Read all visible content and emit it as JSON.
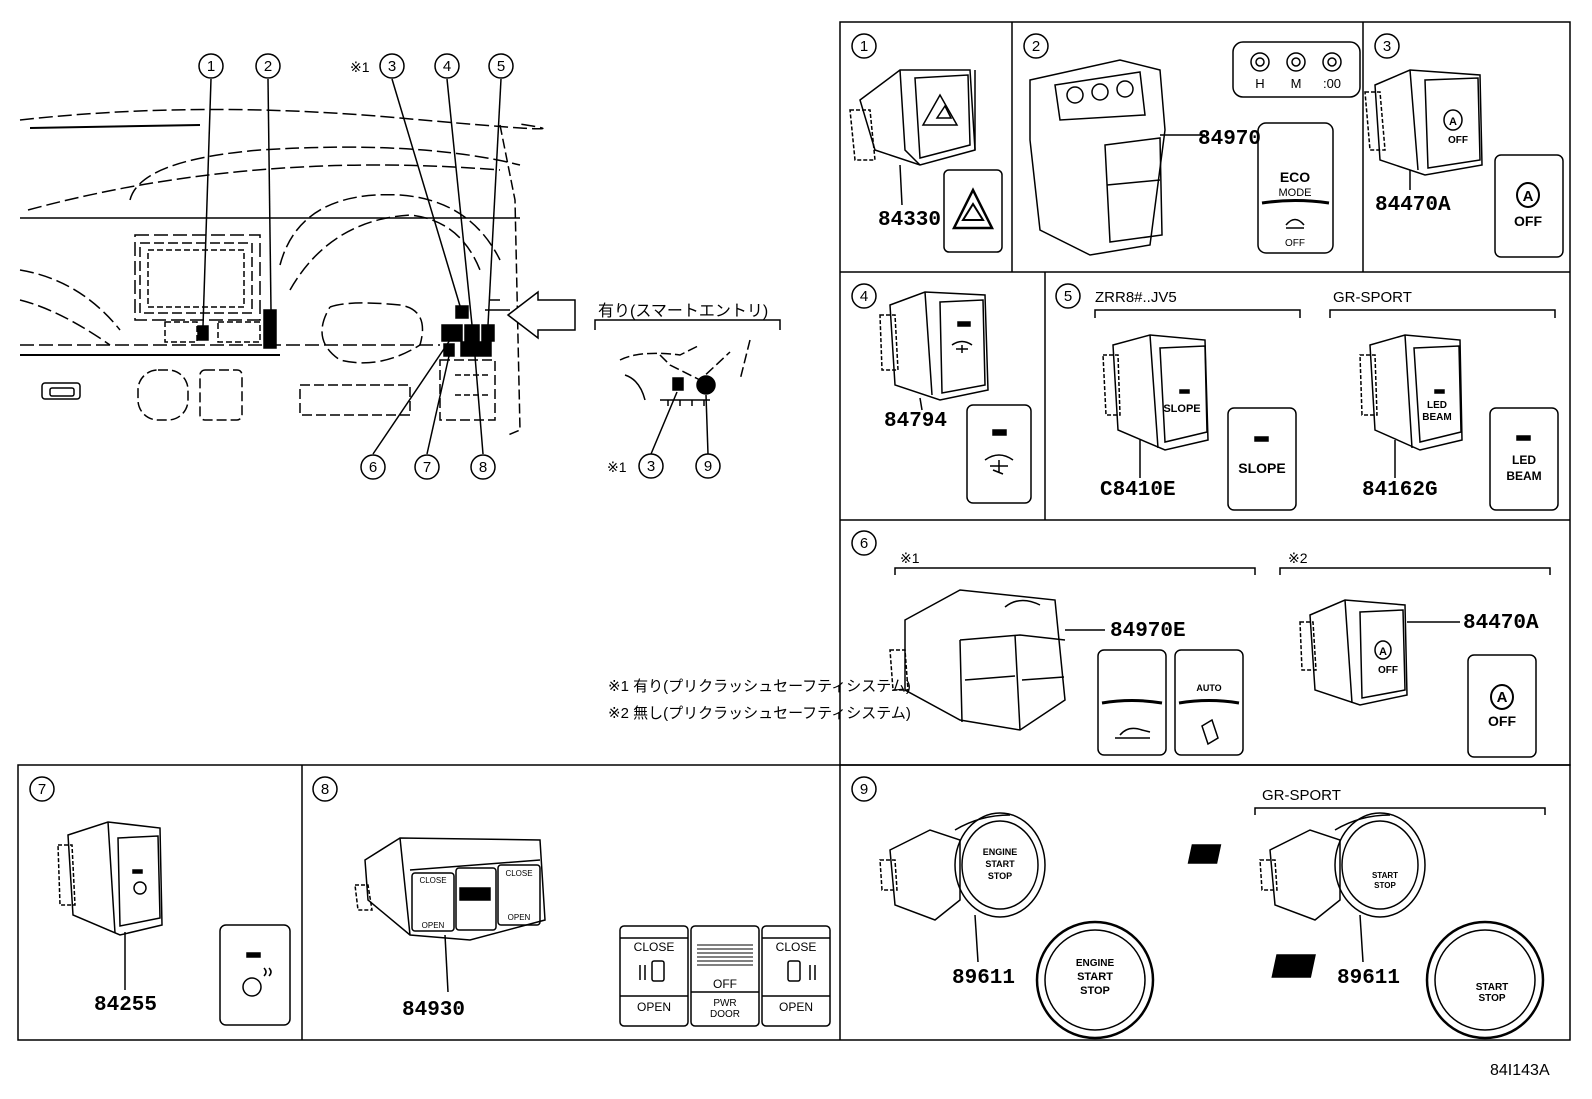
{
  "callouts": [
    "1",
    "2",
    "3",
    "4",
    "5",
    "6",
    "7",
    "8",
    "9"
  ],
  "asterisk1": "※1",
  "asterisk2": "※2",
  "smart_entry_label": "有り(スマートエントリ)",
  "notes": [
    "※1 有り(プリクラッシュセーフティシステム)",
    "※2 無し(プリクラッシュセーフティシステム)"
  ],
  "panels": {
    "p1": {
      "num": "1",
      "part": "84330"
    },
    "p2": {
      "num": "2",
      "part": "84970",
      "h": "H",
      "m": "M",
      "zero": ":00",
      "eco": "ECO",
      "mode": "MODE",
      "off": "OFF"
    },
    "p3": {
      "num": "3",
      "part": "84470A",
      "a": "A",
      "off": "OFF"
    },
    "p4": {
      "num": "4",
      "part": "84794"
    },
    "p5": {
      "num": "5",
      "grade1": "ZRR8#..JV5",
      "grade2": "GR-SPORT",
      "part1": "C8410E",
      "part2": "84162G",
      "slope": "SLOPE",
      "led": "LED",
      "beam": "BEAM"
    },
    "p6": {
      "num": "6",
      "part1": "84970E",
      "part2": "84470A",
      "auto": "AUTO",
      "a": "A",
      "off": "OFF"
    },
    "p7": {
      "num": "7",
      "part": "84255"
    },
    "p8": {
      "num": "8",
      "part": "84930",
      "close": "CLOSE",
      "open": "OPEN",
      "off": "OFF",
      "pwr": "PWR",
      "door": "DOOR"
    },
    "p9": {
      "num": "9",
      "grade": "GR-SPORT",
      "part1": "89611",
      "part2": "89611",
      "engine": "ENGINE",
      "start": "START",
      "stop": "STOP",
      "gr": "GR"
    }
  },
  "figure_code": "84I143A"
}
